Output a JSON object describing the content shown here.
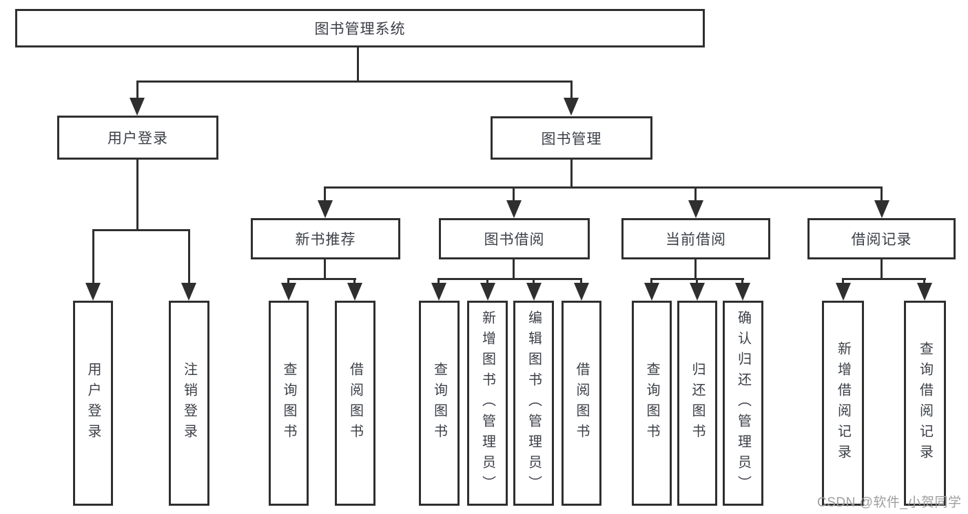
{
  "diagram": {
    "root": {
      "label": "图书管理系统",
      "children": [
        {
          "label": "用户登录",
          "children": [
            {
              "label": "用户登录"
            },
            {
              "label": "注销登录"
            }
          ]
        },
        {
          "label": "图书管理",
          "children": [
            {
              "label": "新书推荐",
              "children": [
                {
                  "label": "查询图书"
                },
                {
                  "label": "借阅图书"
                }
              ]
            },
            {
              "label": "图书借阅",
              "children": [
                {
                  "label": "查询图书"
                },
                {
                  "label": "新增图书（管理员）"
                },
                {
                  "label": "编辑图书（管理员）"
                },
                {
                  "label": "借阅图书"
                }
              ]
            },
            {
              "label": "当前借阅",
              "children": [
                {
                  "label": "查询图书"
                },
                {
                  "label": "归还图书"
                },
                {
                  "label": "确认归还（管理员）"
                }
              ]
            },
            {
              "label": "借阅记录",
              "children": [
                {
                  "label": "新增借阅记录"
                },
                {
                  "label": "查询借阅记录"
                }
              ]
            }
          ]
        }
      ]
    }
  },
  "watermark": {
    "text": "CSDN @软件_小贺同学",
    "color": "#9e9e9e"
  },
  "colors": {
    "line": "#2f2f2f",
    "box_background": "#ffffff",
    "text": "#3b3f46"
  }
}
